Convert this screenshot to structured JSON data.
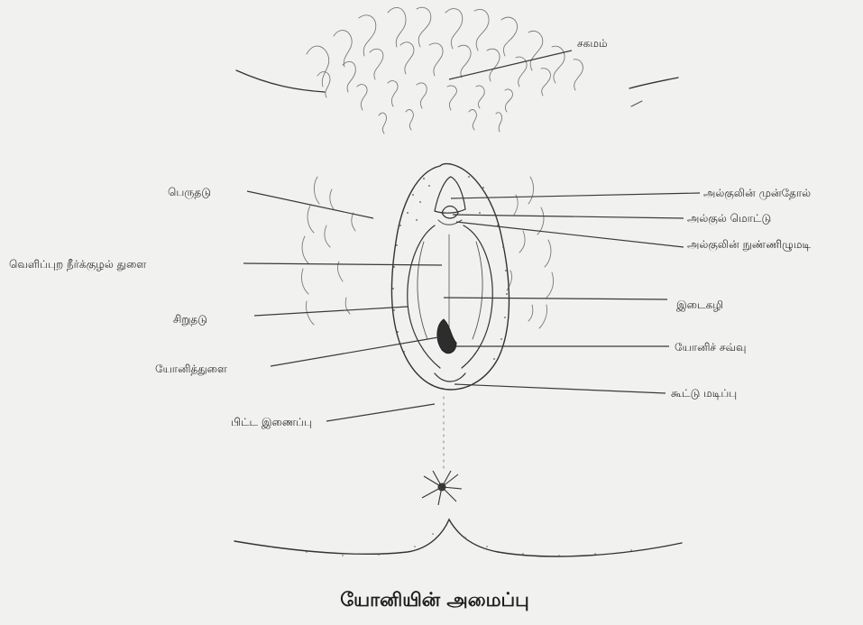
{
  "caption": "யோனியின் அமைப்பு",
  "labels": {
    "sagamam": "சகமம்",
    "perudhadu": "பெருதடு",
    "velippura_neerkuzhal_thulai": "வெளிப்புற நீர்க்குழல் துளை",
    "sirudhadu": "சிறுதடு",
    "yoni_thulai": "யோனித்துளை",
    "pitta_inaippu": "பிட்ட இணைப்பு",
    "alkul_munthol": "அல்குலின் முன்தோல்",
    "alkul_mottu": "அல்குல் மொட்டு",
    "alkul_nunnizhumadi": "அல்குலின் நுண்ணிழுமடி",
    "idaikazhi": "இடைகழி",
    "yoni_savvu": "யோனிச் சவ்வு",
    "kootu_madippu": "கூட்டு மடிப்பு"
  },
  "colors": {
    "paper": "#f1f1ef",
    "ink": "#2a2a2a"
  }
}
